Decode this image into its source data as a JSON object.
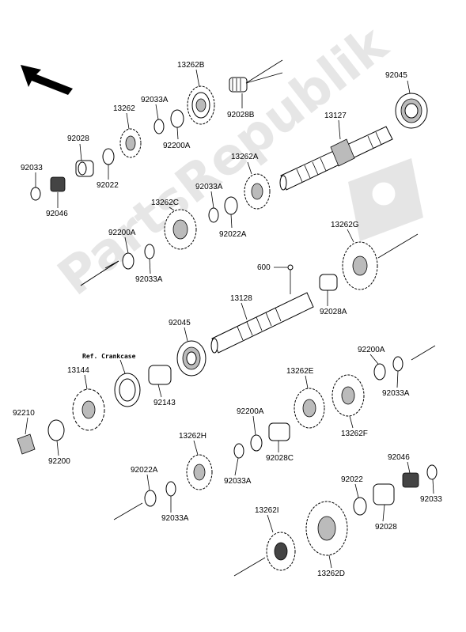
{
  "watermark": "PartsRepublik",
  "ref_note": "Ref. Crankcase",
  "labels": [
    {
      "id": "l1",
      "text": "13262B"
    },
    {
      "id": "l2",
      "text": "92033A"
    },
    {
      "id": "l3",
      "text": "13262"
    },
    {
      "id": "l4",
      "text": "92028B"
    },
    {
      "id": "l5",
      "text": "92045"
    },
    {
      "id": "l6",
      "text": "13127"
    },
    {
      "id": "l7",
      "text": "92028"
    },
    {
      "id": "l8",
      "text": "92200A"
    },
    {
      "id": "l9",
      "text": "92033"
    },
    {
      "id": "l10",
      "text": "92022"
    },
    {
      "id": "l11",
      "text": "13262A"
    },
    {
      "id": "l12",
      "text": "92046"
    },
    {
      "id": "l13",
      "text": "92033A"
    },
    {
      "id": "l14",
      "text": "13262C"
    },
    {
      "id": "l15",
      "text": "92022A"
    },
    {
      "id": "l16",
      "text": "92200A"
    },
    {
      "id": "l17",
      "text": "13262G"
    },
    {
      "id": "l18",
      "text": "92033A"
    },
    {
      "id": "l19",
      "text": "600"
    },
    {
      "id": "l20",
      "text": "13128"
    },
    {
      "id": "l21",
      "text": "92028A"
    },
    {
      "id": "l22",
      "text": "92045"
    },
    {
      "id": "l23",
      "text": "92200A"
    },
    {
      "id": "l24",
      "text": "13144"
    },
    {
      "id": "l25",
      "text": "13262E"
    },
    {
      "id": "l26",
      "text": "92033A"
    },
    {
      "id": "l27",
      "text": "92210"
    },
    {
      "id": "l28",
      "text": "92143"
    },
    {
      "id": "l29",
      "text": "92200A"
    },
    {
      "id": "l30",
      "text": "13262F"
    },
    {
      "id": "l31",
      "text": "92200"
    },
    {
      "id": "l32",
      "text": "13262H"
    },
    {
      "id": "l33",
      "text": "92028C"
    },
    {
      "id": "l34",
      "text": "92046"
    },
    {
      "id": "l35",
      "text": "92022A"
    },
    {
      "id": "l36",
      "text": "92033A"
    },
    {
      "id": "l37",
      "text": "92022"
    },
    {
      "id": "l38",
      "text": "92033"
    },
    {
      "id": "l39",
      "text": "92033A"
    },
    {
      "id": "l40",
      "text": "13262I"
    },
    {
      "id": "l41",
      "text": "92028"
    },
    {
      "id": "l42",
      "text": "13262D"
    }
  ]
}
